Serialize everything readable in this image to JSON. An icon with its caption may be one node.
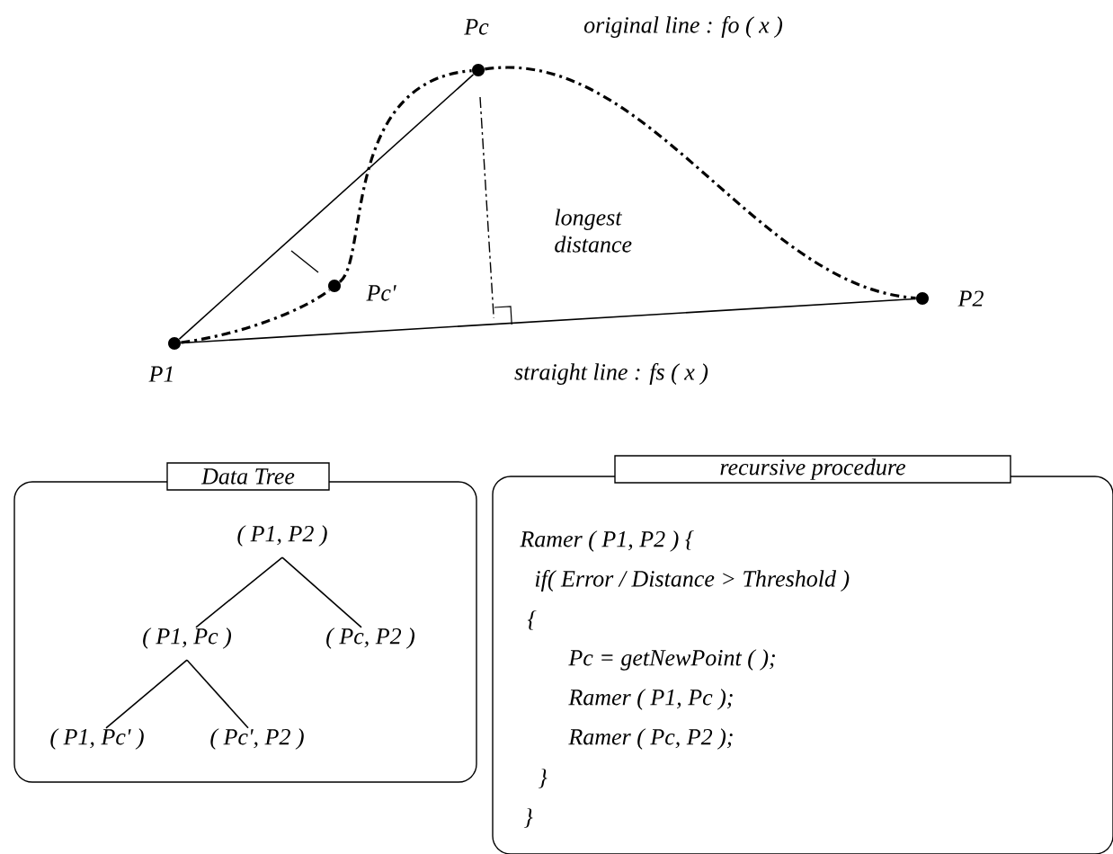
{
  "diagram": {
    "nodes": [
      {
        "text": [],
        "shape": "circle",
        "beside": [
          "P1"
        ]
      },
      {
        "text": [],
        "shape": "circle",
        "beside": [
          "Pc"
        ]
      },
      {
        "text": [],
        "shape": "circle",
        "beside": [
          "P2"
        ]
      },
      {
        "text": [],
        "shape": "circle",
        "beside": [
          "Pc'"
        ]
      },
      {
        "text": [
          "Data Tree"
        ]
      },
      {
        "text": [
          "( P1, P2 )"
        ],
        "in": 4
      },
      {
        "text": [
          "( P1, Pc )"
        ],
        "in": 4
      },
      {
        "text": [
          "( Pc, P2 )"
        ],
        "in": 4
      },
      {
        "text": [
          "( P1, Pc' )"
        ],
        "in": 4
      },
      {
        "text": [
          "( Pc', P2 )"
        ],
        "in": 4
      },
      {
        "text": [
          "recursive procedure",
          "Ramer ( P1, P2 ) {",
          "if( Error / Distance > Threshold )",
          "{",
          "Pc = getNewPoint ( );",
          "Ramer ( P1, Pc );",
          "Ramer ( Pc, P2 );",
          "}",
          "}"
        ]
      }
    ],
    "edges": [
      {
        "from": 0,
        "to": 1,
        "arrow": "none"
      },
      {
        "from": 0,
        "to": 2,
        "arrow": "none",
        "label": "straight line : fs ( x )"
      },
      {
        "from": 0,
        "to": 3,
        "arrow": "none",
        "style": "dashed"
      },
      {
        "from": 3,
        "to": 1,
        "arrow": "none",
        "style": "dashed"
      },
      {
        "from": 1,
        "to": 2,
        "arrow": "none",
        "style": "dashed"
      },
      {
        "from": 5,
        "to": 6,
        "arrow": "none"
      },
      {
        "from": 5,
        "to": 7,
        "arrow": "none"
      },
      {
        "from": 6,
        "to": 8,
        "arrow": "none"
      },
      {
        "from": 6,
        "to": 9,
        "arrow": "none"
      }
    ],
    "labels": [
      "original line : fo ( x )",
      "longest distance"
    ]
  }
}
